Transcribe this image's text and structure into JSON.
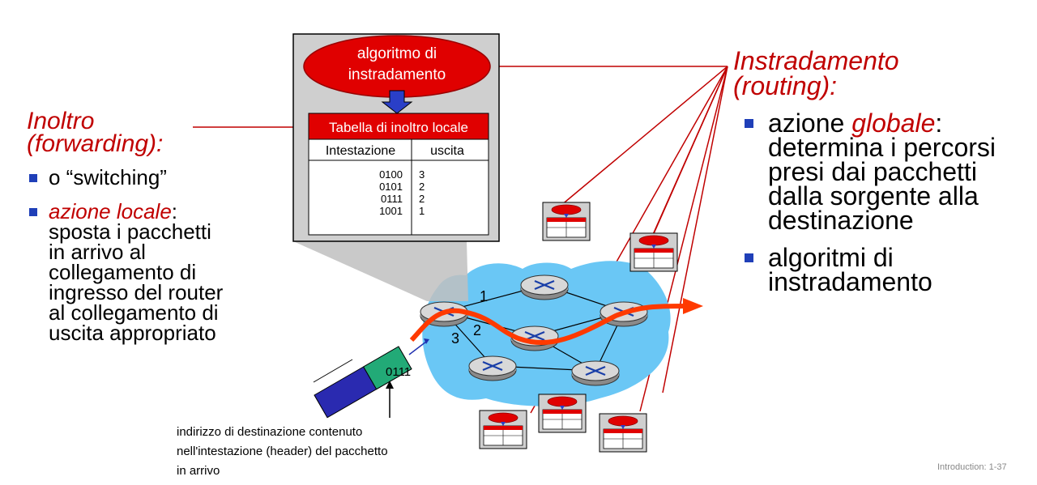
{
  "left": {
    "heading_line1": "Inoltro",
    "heading_line2": "(forwarding):",
    "bullet1": "o “switching”",
    "bullet2_em": "azione locale",
    "bullet2_rest": ":",
    "bullet2_lines": [
      "sposta i pacchetti",
      "in arrivo al",
      "collegamento di",
      "ingresso del router",
      "al collegamento di",
      "uscita appropriato"
    ]
  },
  "right": {
    "heading_line1": "Instradamento",
    "heading_line2": "(routing):",
    "bullet1_pre": "azione ",
    "bullet1_em": "globale",
    "bullet1_post": ":",
    "bullet1_lines": [
      "determina i percorsi",
      "presi dai pacchetti",
      "dalla sorgente alla",
      "destinazione"
    ],
    "bullet2_lines": [
      "algoritmi di",
      "instradamento"
    ]
  },
  "callout": {
    "algo_line1": "algoritmo di",
    "algo_line2": "instradamento",
    "table_title": "Tabella di inoltro locale",
    "col_header": "Intestazione",
    "col_output": "uscita",
    "rows": [
      {
        "header": "0100",
        "output": "3"
      },
      {
        "header": "0101",
        "output": "2"
      },
      {
        "header": "0111",
        "output": "2"
      },
      {
        "header": "1001",
        "output": "1"
      }
    ]
  },
  "network": {
    "port1": "1",
    "port2": "2",
    "port3": "3",
    "packet_header": "0111"
  },
  "caption_lines": [
    "indirizzo di destinazione contenuto",
    "nell'intestazione (header) del pacchetto",
    "in arrivo"
  ],
  "footer": "Introduction: 1-37",
  "colors": {
    "accent_red": "#c00000",
    "bullet_blue": "#1f3fb8",
    "network_blue": "#6ac7f5",
    "table_red": "#e00000"
  }
}
